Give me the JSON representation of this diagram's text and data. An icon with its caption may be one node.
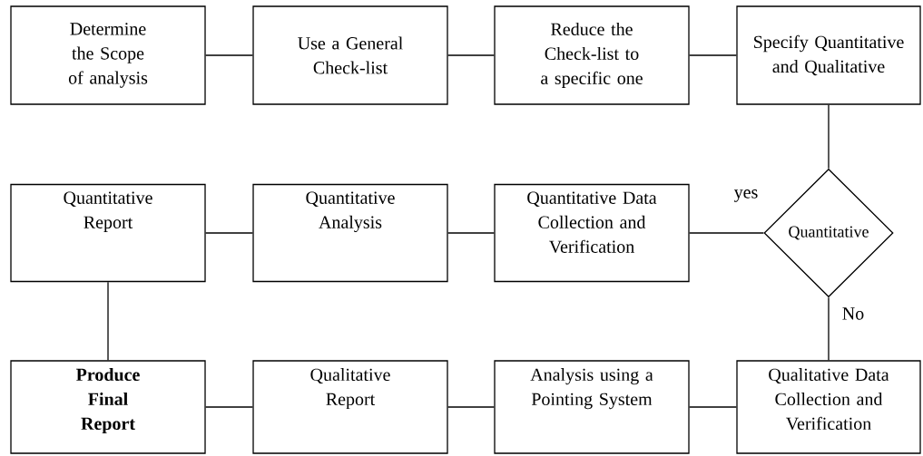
{
  "diagram": {
    "nodes": [
      {
        "text": [
          "Determine the Scope of analysis"
        ]
      },
      {
        "text": [
          "Use a General Check-list"
        ]
      },
      {
        "text": [
          "Reduce the Check-list to a specific one"
        ]
      },
      {
        "text": [
          "Specify Quantitative and Qualitative"
        ]
      },
      {
        "text": [
          "Quantitative"
        ]
      },
      {
        "text": [
          "Quantitative Report"
        ]
      },
      {
        "text": [
          "Quantitative Analysis"
        ]
      },
      {
        "text": [
          "Quantitative Data Collection and Verification"
        ]
      },
      {
        "text": [
          "Produce Final Report"
        ]
      },
      {
        "text": [
          "Qualitative Report"
        ]
      },
      {
        "text": [
          "Analysis using a Pointing System"
        ]
      },
      {
        "text": [
          "Qualitative Data Collection and Verification"
        ]
      }
    ],
    "edges": [
      {
        "from": 0,
        "to": 1,
        "arrow": "none"
      },
      {
        "from": 1,
        "to": 2,
        "arrow": "none"
      },
      {
        "from": 2,
        "to": 3,
        "arrow": "none"
      },
      {
        "from": 3,
        "to": 4,
        "arrow": "none"
      },
      {
        "from": 4,
        "to": 7,
        "arrow": "none",
        "label": "yes"
      },
      {
        "from": 7,
        "to": 6,
        "arrow": "none"
      },
      {
        "from": 6,
        "to": 5,
        "arrow": "none"
      },
      {
        "from": 5,
        "to": 8,
        "arrow": "none"
      },
      {
        "from": 4,
        "to": 11,
        "arrow": "none",
        "label": "No"
      },
      {
        "from": 11,
        "to": 10,
        "arrow": "none"
      },
      {
        "from": 10,
        "to": 9,
        "arrow": "none"
      },
      {
        "from": 9,
        "to": 8,
        "arrow": "none"
      }
    ]
  }
}
